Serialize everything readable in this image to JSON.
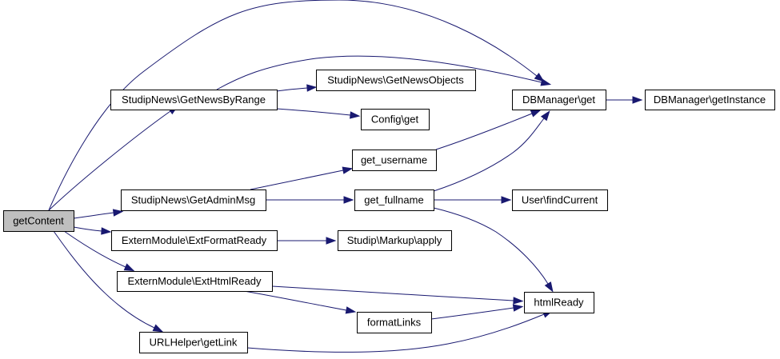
{
  "graph": {
    "nodes": [
      {
        "id": "getContent",
        "label": "getContent",
        "root": true
      },
      {
        "id": "GetNewsByRange",
        "label": "StudipNews\\GetNewsByRange"
      },
      {
        "id": "GetNewsObjects",
        "label": "StudipNews\\GetNewsObjects"
      },
      {
        "id": "ConfigGet",
        "label": "Config\\get"
      },
      {
        "id": "DBManagerGet",
        "label": "DBManager\\get"
      },
      {
        "id": "DBManagerGetInstance",
        "label": "DBManager\\getInstance"
      },
      {
        "id": "GetUsername",
        "label": "get_username"
      },
      {
        "id": "GetAdminMsg",
        "label": "StudipNews\\GetAdminMsg"
      },
      {
        "id": "GetFullname",
        "label": "get_fullname"
      },
      {
        "id": "UserFindCurrent",
        "label": "User\\findCurrent"
      },
      {
        "id": "ExtFormatReady",
        "label": "ExternModule\\ExtFormatReady"
      },
      {
        "id": "MarkupApply",
        "label": "Studip\\Markup\\apply"
      },
      {
        "id": "ExtHtmlReady",
        "label": "ExternModule\\ExtHtmlReady"
      },
      {
        "id": "HtmlReady",
        "label": "htmlReady"
      },
      {
        "id": "FormatLinks",
        "label": "formatLinks"
      },
      {
        "id": "URLHelperGetLink",
        "label": "URLHelper\\getLink"
      }
    ],
    "edges": [
      {
        "from": "getContent",
        "to": "DBManagerGet"
      },
      {
        "from": "getContent",
        "to": "GetNewsByRange"
      },
      {
        "from": "getContent",
        "to": "GetAdminMsg"
      },
      {
        "from": "getContent",
        "to": "ExtFormatReady"
      },
      {
        "from": "getContent",
        "to": "ExtHtmlReady"
      },
      {
        "from": "getContent",
        "to": "URLHelperGetLink"
      },
      {
        "from": "GetNewsByRange",
        "to": "DBManagerGet"
      },
      {
        "from": "GetNewsByRange",
        "to": "GetNewsObjects"
      },
      {
        "from": "GetNewsByRange",
        "to": "ConfigGet"
      },
      {
        "from": "DBManagerGet",
        "to": "DBManagerGetInstance"
      },
      {
        "from": "GetAdminMsg",
        "to": "GetUsername"
      },
      {
        "from": "GetAdminMsg",
        "to": "GetFullname"
      },
      {
        "from": "GetUsername",
        "to": "DBManagerGet"
      },
      {
        "from": "GetFullname",
        "to": "DBManagerGet"
      },
      {
        "from": "GetFullname",
        "to": "UserFindCurrent"
      },
      {
        "from": "GetFullname",
        "to": "HtmlReady"
      },
      {
        "from": "ExtFormatReady",
        "to": "MarkupApply"
      },
      {
        "from": "ExtHtmlReady",
        "to": "HtmlReady"
      },
      {
        "from": "ExtHtmlReady",
        "to": "FormatLinks"
      },
      {
        "from": "FormatLinks",
        "to": "HtmlReady"
      },
      {
        "from": "URLHelperGetLink",
        "to": "HtmlReady"
      }
    ]
  }
}
